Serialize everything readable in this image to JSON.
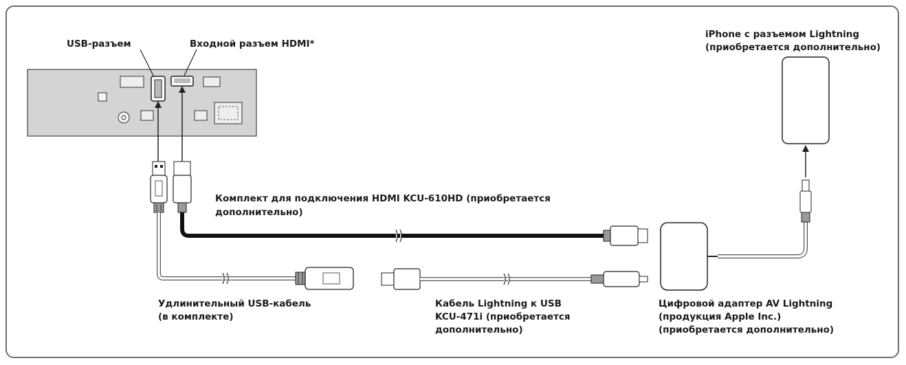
{
  "labels": {
    "usb_port": "USB-разъем",
    "hdmi_port": "Входной разъем HDMI*",
    "iphone_line1": "iPhone с разъемом Lightning",
    "iphone_line2": "(приобретается дополнительно)",
    "hdmi_kit_line1": "Комплект для подключения HDMI KCU-610HD (приобретается",
    "hdmi_kit_line2": "дополнительно)",
    "usb_ext_line1": "Удлинительный USB-кабель",
    "usb_ext_line2": "(в комплекте)",
    "lightning_usb_line1": "Кабель Lightning к USB",
    "lightning_usb_line2": "KCU-471i (приобретается",
    "lightning_usb_line3": "дополнительно)",
    "adapter_line1": "Цифровой адаптер AV Lightning",
    "adapter_line2": "(продукция Apple Inc.)",
    "adapter_line3": "(приобретается дополнительно)"
  }
}
